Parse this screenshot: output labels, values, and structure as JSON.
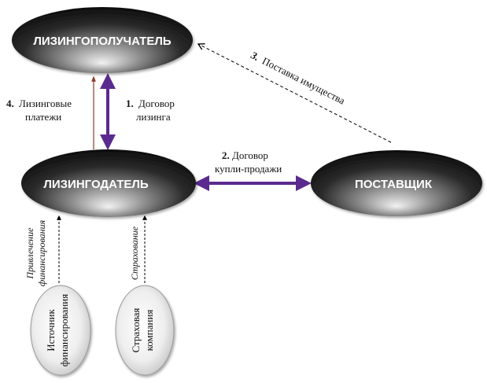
{
  "nodes": {
    "lessee": "ЛИЗИНГОПОЛУЧАТЕЛЬ",
    "lessor": "ЛИЗИНГОДАТЕЛЬ",
    "supplier": "ПОСТАВЩИК",
    "funding_source": [
      "Источник",
      "финансирования"
    ],
    "insurance_company": [
      "Страховая",
      "компания"
    ]
  },
  "edges": {
    "leasing_contract": {
      "number": "1.",
      "lines": [
        "Договор",
        "лизинга"
      ]
    },
    "purchase_contract": {
      "number": "2.",
      "lines": [
        "Договор",
        "купли-продажи"
      ]
    },
    "property_delivery": {
      "number": "3.",
      "text": "Поставка имущества"
    },
    "lease_payments": {
      "number": "4.",
      "lines": [
        "Лизинговые",
        "платежи"
      ]
    },
    "attract_financing": [
      "Привлечение",
      "финансирования"
    ],
    "insurance": "Страхование"
  },
  "colors": {
    "node_dark": "#1a1a1a",
    "node_light": "#e6e6e6",
    "contract_arrow": "#5b2a8f",
    "payment_arrow": "#8b3a2a",
    "dashed_arrow": "#000000"
  }
}
